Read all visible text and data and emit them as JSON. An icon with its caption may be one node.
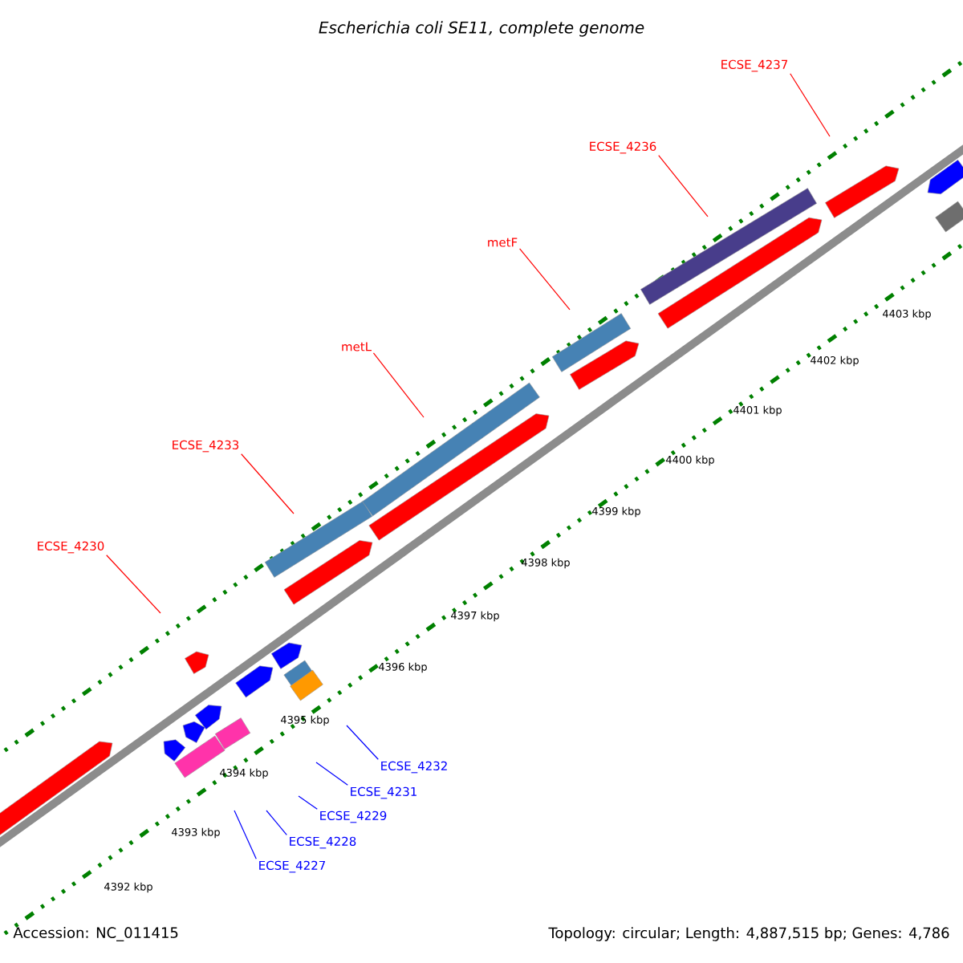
{
  "diagram": {
    "title": "Escherichia coli SE11, complete genome",
    "nodes": [
      {
        "text": [
          "ECSE_4237"
        ]
      },
      {
        "text": [
          "ECSE_4236"
        ]
      },
      {
        "text": [
          "metF"
        ]
      },
      {
        "text": [
          "metL"
        ]
      },
      {
        "text": [
          "ECSE_4233"
        ]
      },
      {
        "text": [
          "ECSE_4230"
        ]
      },
      {
        "text": [
          "ECSE_4232"
        ]
      },
      {
        "text": [
          "ECSE_4231"
        ]
      },
      {
        "text": [
          "ECSE_4229"
        ]
      },
      {
        "text": [
          "ECSE_4228"
        ]
      },
      {
        "text": [
          "ECSE_4227"
        ]
      }
    ],
    "edges": [
      {
        "from": 0,
        "to": null,
        "arrow": "none"
      },
      {
        "from": 1,
        "to": null,
        "arrow": "none"
      },
      {
        "from": 2,
        "to": null,
        "arrow": "none"
      },
      {
        "from": 3,
        "to": null,
        "arrow": "none"
      },
      {
        "from": 4,
        "to": null,
        "arrow": "none"
      },
      {
        "from": 5,
        "to": null,
        "arrow": "none"
      },
      {
        "from": 6,
        "to": null,
        "arrow": "none",
        "color": "#0000ff"
      },
      {
        "from": 7,
        "to": null,
        "arrow": "none",
        "color": "#0000ff"
      },
      {
        "from": 8,
        "to": null,
        "arrow": "none",
        "color": "#0000ff"
      },
      {
        "from": 9,
        "to": null,
        "arrow": "none",
        "color": "#0000ff"
      },
      {
        "from": 10,
        "to": null,
        "arrow": "none",
        "color": "#0000ff"
      }
    ],
    "labels": [
      "4403 kbp",
      "4402 kbp",
      "4401 kbp",
      "4400 kbp",
      "4399 kbp",
      "4398 kbp",
      "4397 kbp",
      "4396 kbp",
      "4395 kbp",
      "4394 kbp",
      "4393 kbp",
      "4392 kbp",
      "Accession: NC_011415",
      "Topology: circular; Length: 4,887,515 bp; Genes: 4,786"
    ]
  }
}
